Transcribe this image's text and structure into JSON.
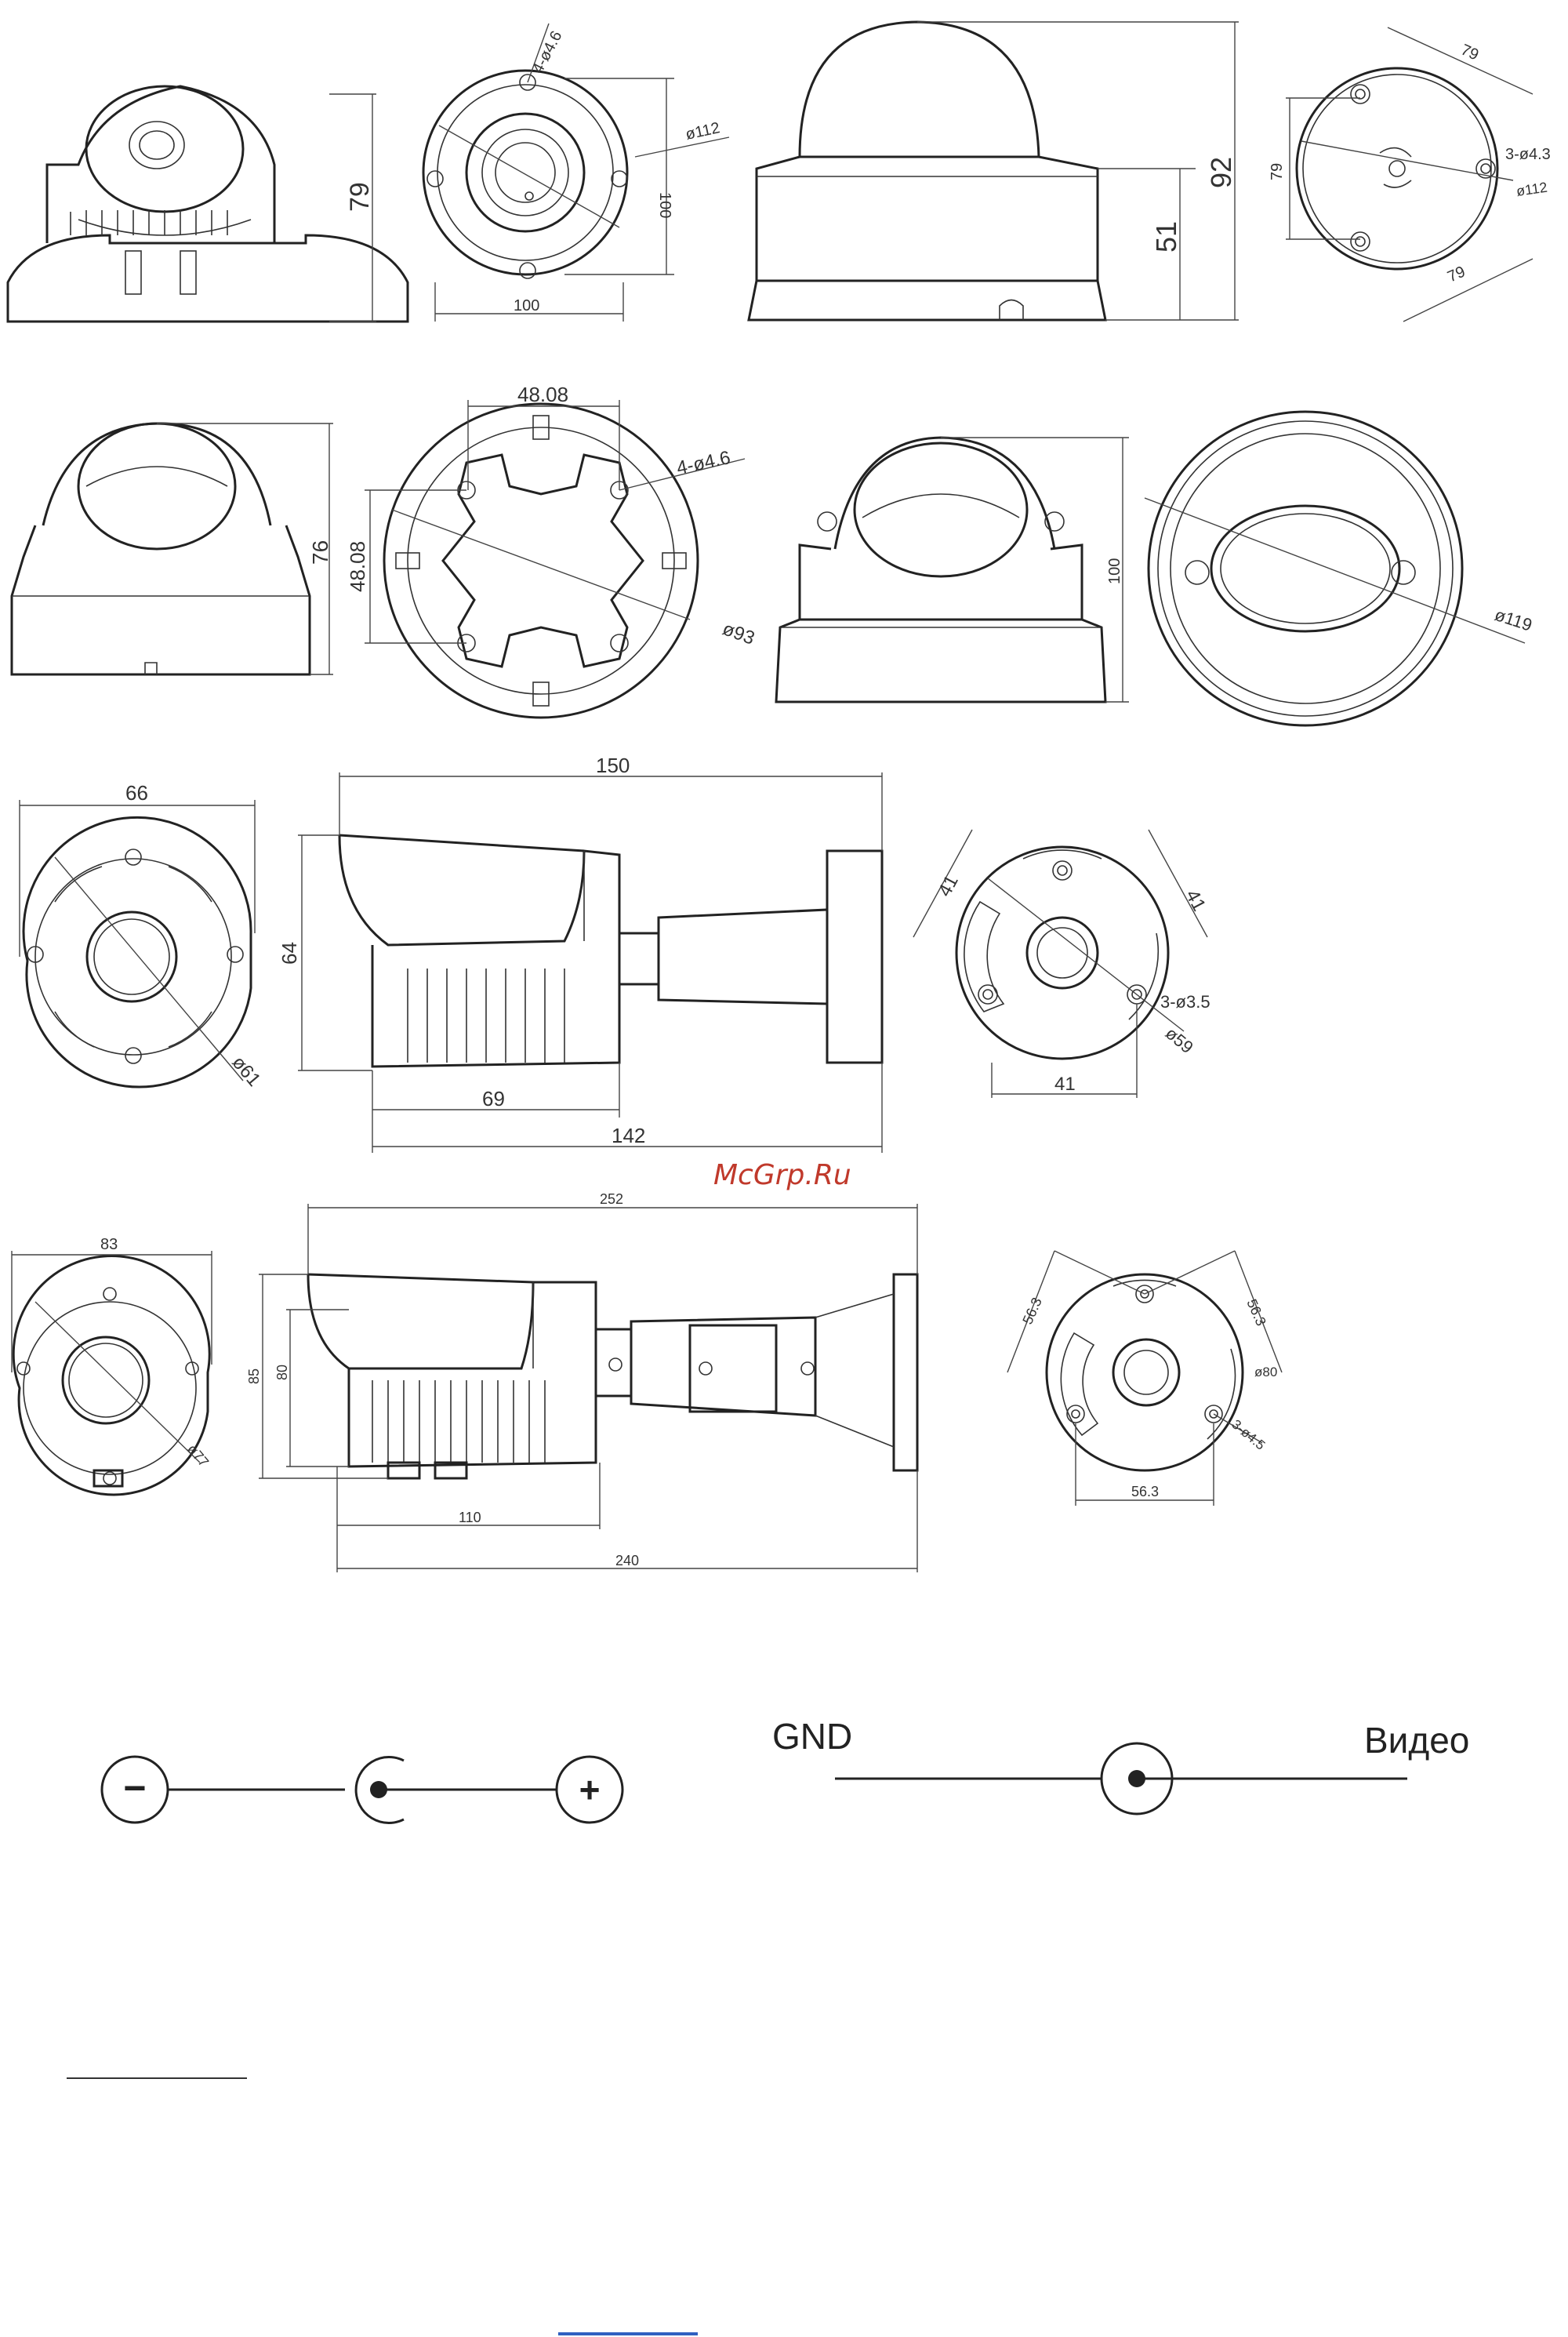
{
  "watermark": "McGrp.Ru",
  "dims": {
    "r1_a_h": "79",
    "r1_b_hole": "4-ø4.6",
    "r1_b_d": "ø112",
    "r1_b_h": "100",
    "r1_b_w": "100",
    "r1_c_h1": "92",
    "r1_c_h2": "51",
    "r1_d_a": "79",
    "r1_d_b": "79",
    "r1_d_c": "79",
    "r1_d_hole": "3-ø4.3",
    "r1_d_d": "ø112",
    "r2_a_h": "76",
    "r2_b_w": "48.08",
    "r2_b_h": "48.08",
    "r2_b_hole": "4-ø4.6",
    "r2_b_d": "ø93",
    "r2_c_h": "100",
    "r2_d_d": "ø119",
    "r3_a_w": "66",
    "r3_a_d": "ø61",
    "r3_b_len": "150",
    "r3_b_h": "64",
    "r3_b_l1": "69",
    "r3_b_l2": "142",
    "r3_c_a": "41",
    "r3_c_b": "41",
    "r3_c_c": "41",
    "r3_c_hole": "3-ø3.5",
    "r3_c_d": "ø59",
    "r4_a_w": "83",
    "r4_a_d": "ø77",
    "r4_b_len": "252",
    "r4_b_h1": "85",
    "r4_b_h2": "80",
    "r4_b_l1": "110",
    "r4_b_l2": "240",
    "r4_c_a": "56.3",
    "r4_c_b": "56.3",
    "r4_c_c": "56.3",
    "r4_c_d": "ø80",
    "r4_c_hole": "3-ø4.5"
  },
  "connectors": {
    "power_minus": "−",
    "power_plus": "+",
    "video_gnd": "GND",
    "video_signal": "Видео"
  }
}
